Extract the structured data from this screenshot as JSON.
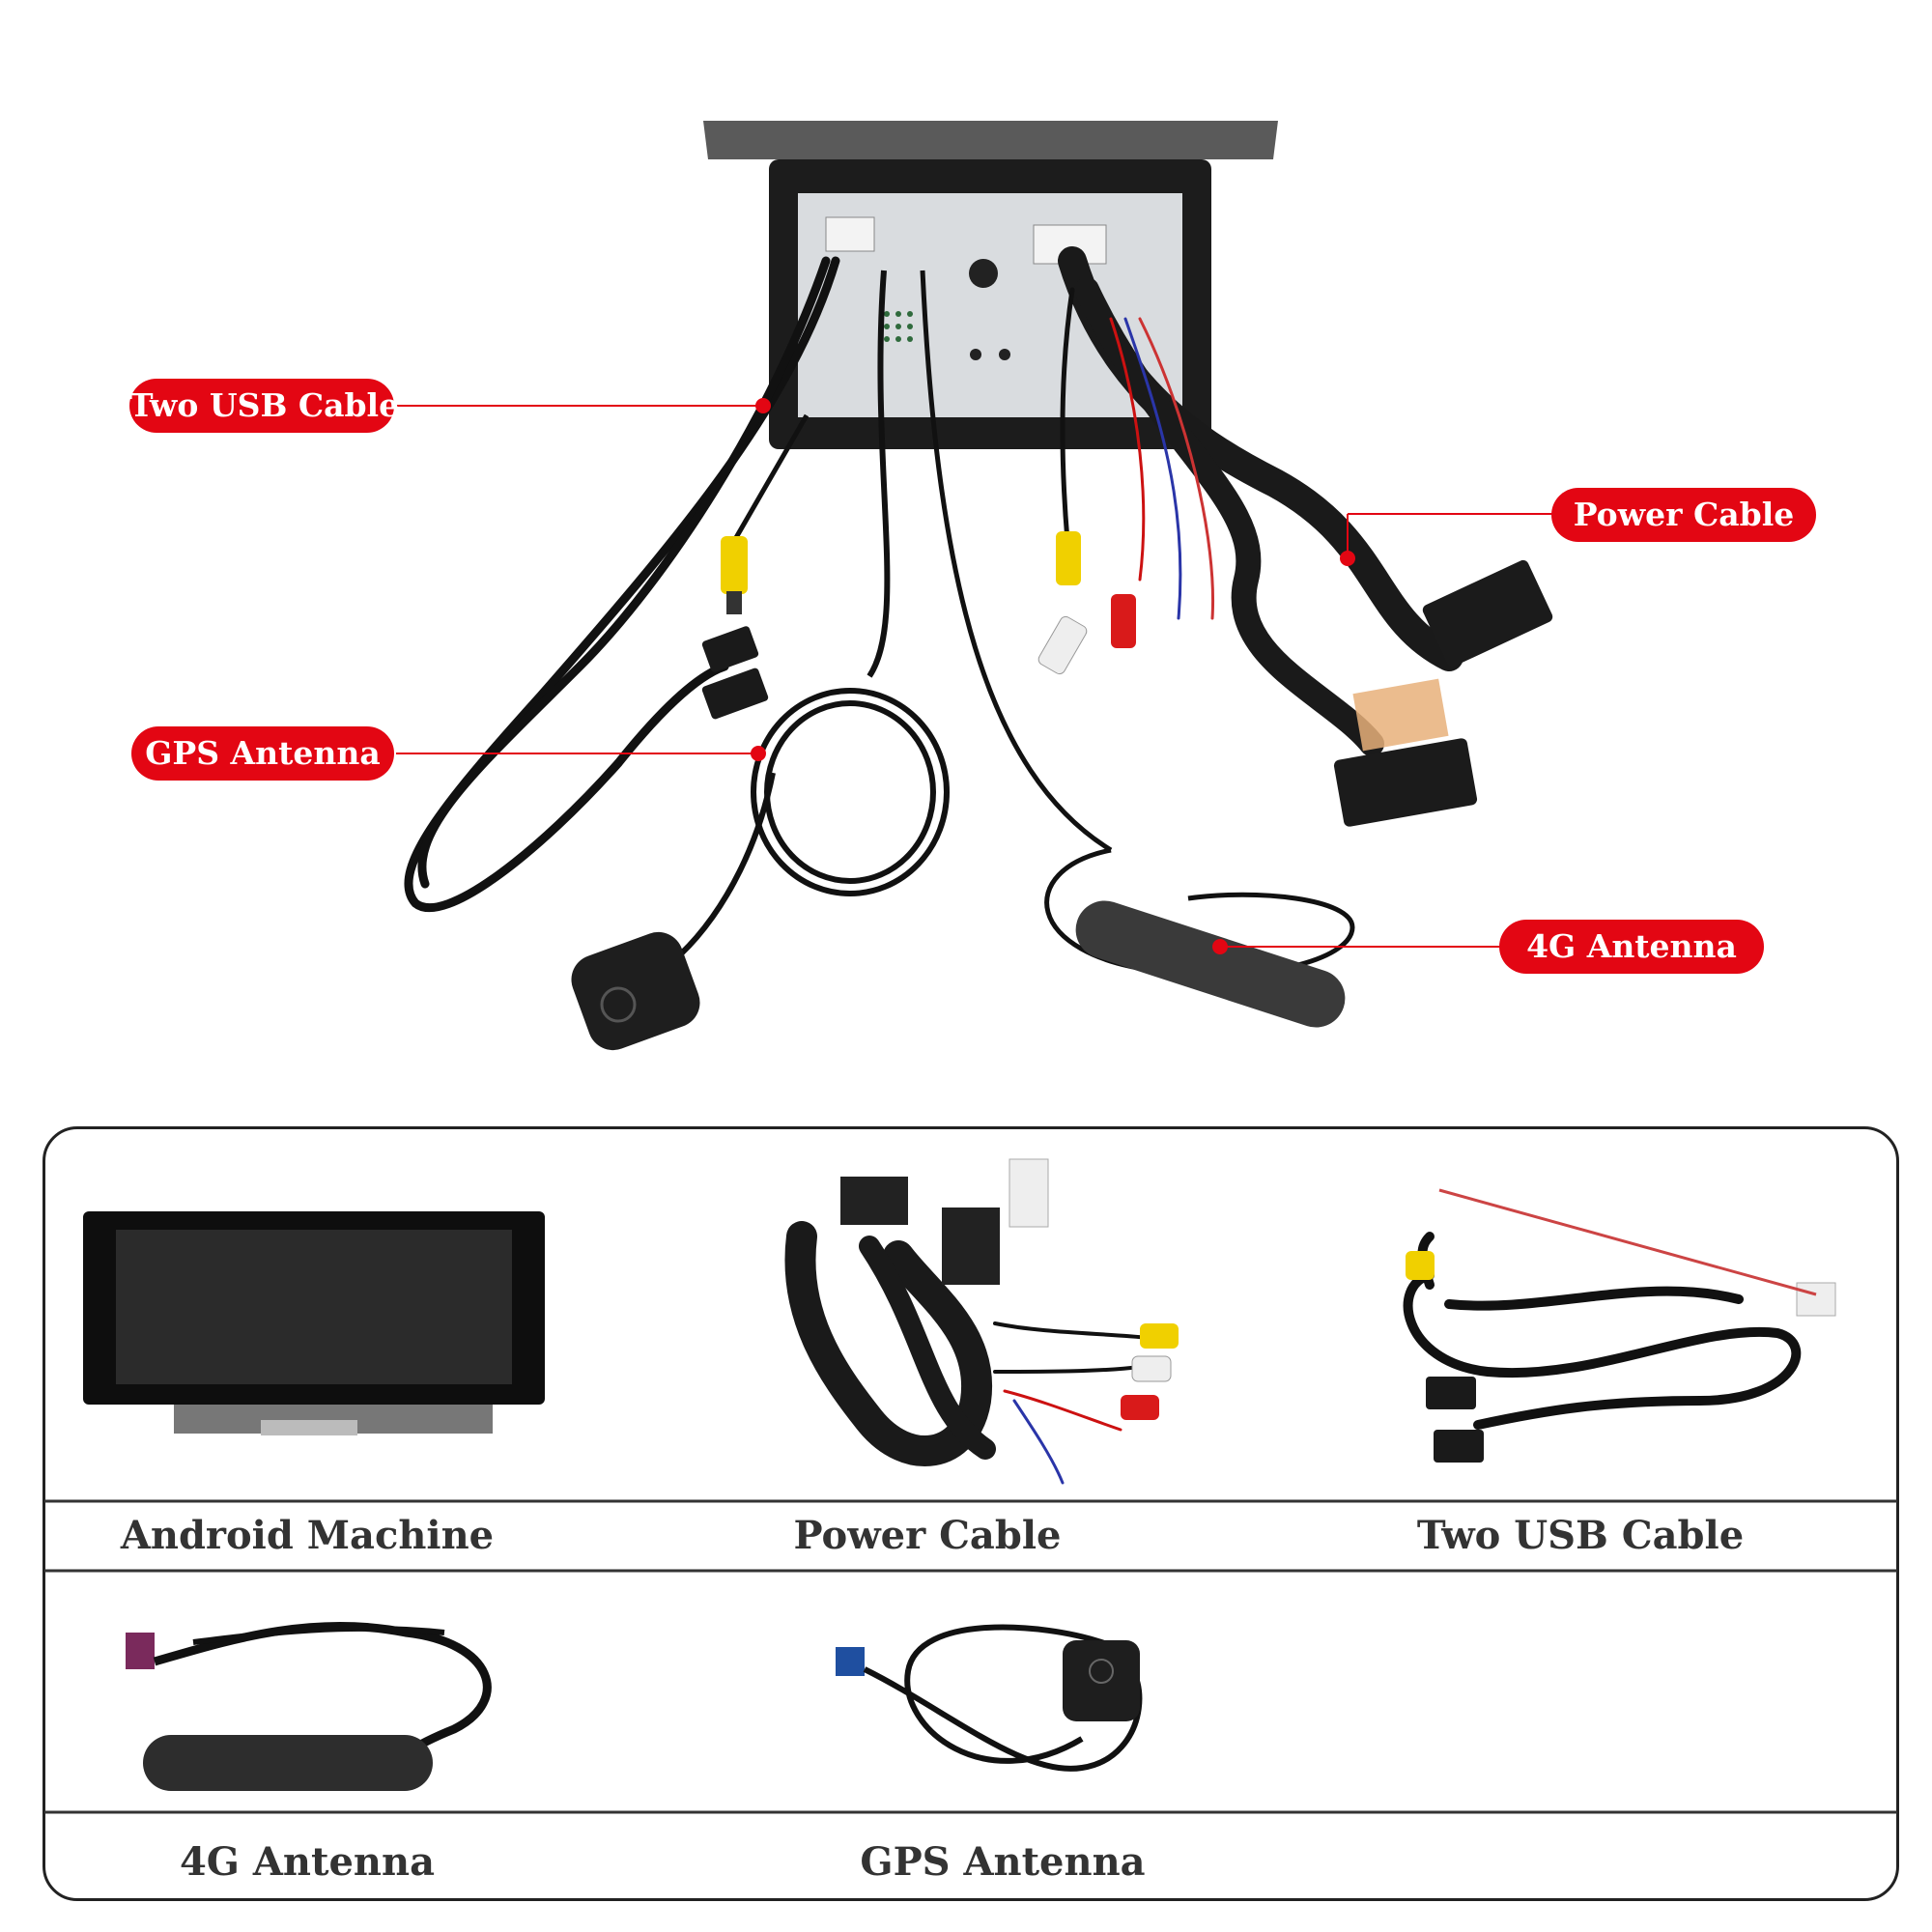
{
  "callouts": {
    "usb": "Two USB Cable",
    "gps": "GPS Antenna",
    "power": "Power Cable",
    "antenna4g": "4G Antenna"
  },
  "components": {
    "android_machine": "Android Machine",
    "power_cable": "Power Cable",
    "two_usb_cable": "Two USB Cable",
    "antenna_4g": "4G Antenna",
    "gps_antenna": "GPS Antenna"
  },
  "colors": {
    "accent": "#e30613",
    "border": "#222222",
    "label_text": "#333333"
  }
}
